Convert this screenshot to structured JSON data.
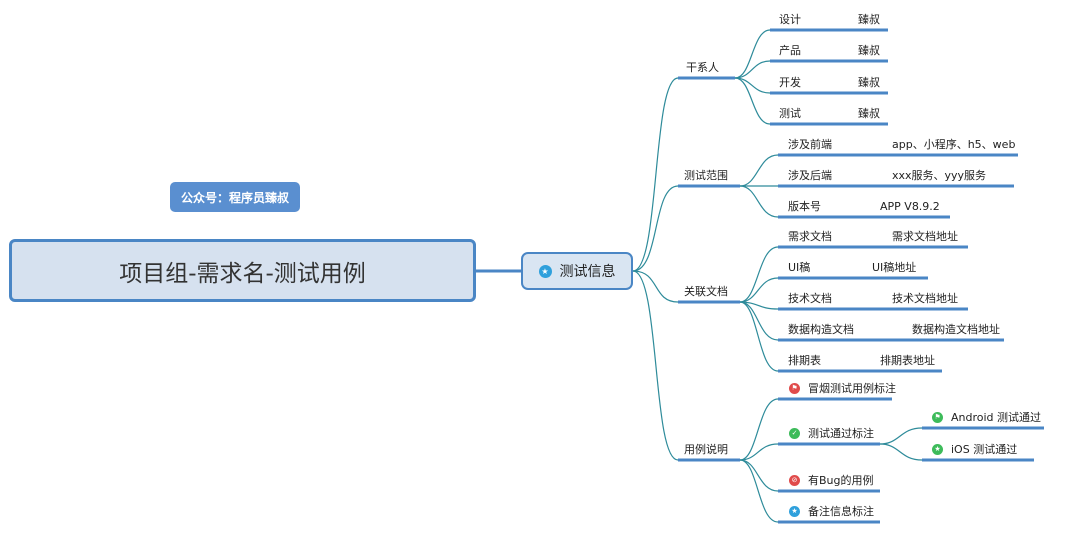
{
  "badge": "公众号：程序员臻叔",
  "root": "项目组-需求名-测试用例",
  "hub": {
    "label": "测试信息",
    "icon": "star-icon"
  },
  "branches": {
    "stakeholders": {
      "label": "干系人",
      "items": [
        {
          "role": "设计",
          "person": "臻叔"
        },
        {
          "role": "产品",
          "person": "臻叔"
        },
        {
          "role": "开发",
          "person": "臻叔"
        },
        {
          "role": "测试",
          "person": "臻叔"
        }
      ]
    },
    "scope": {
      "label": "测试范围",
      "items": [
        {
          "key": "涉及前端",
          "value": "app、小程序、h5、web"
        },
        {
          "key": "涉及后端",
          "value": "xxx服务、yyy服务"
        },
        {
          "key": "版本号",
          "value": "APP V8.9.2"
        }
      ]
    },
    "docs": {
      "label": "关联文档",
      "items": [
        {
          "key": "需求文档",
          "value": "需求文档地址"
        },
        {
          "key": "UI稿",
          "value": "UI稿地址"
        },
        {
          "key": "技术文档",
          "value": "技术文档地址"
        },
        {
          "key": "数据构造文档",
          "value": "数据构造文档地址"
        },
        {
          "key": "排期表",
          "value": "排期表地址"
        }
      ]
    },
    "usage": {
      "label": "用例说明",
      "items": [
        {
          "label": "冒烟测试用例标注",
          "icon": "red-flag-icon",
          "color": "#e04b4b"
        },
        {
          "label": "测试通过标注",
          "icon": "check-icon",
          "color": "#3dbb5a",
          "children": [
            {
              "label": "Android 测试通过",
              "icon": "green-flag-icon",
              "color": "#3dbb5a"
            },
            {
              "label": "iOS 测试通过",
              "icon": "green-star-icon",
              "color": "#3dbb5a"
            }
          ]
        },
        {
          "label": "有Bug的用例",
          "icon": "no-entry-icon",
          "color": "#e04b4b"
        },
        {
          "label": "备注信息标注",
          "icon": "blue-star-icon",
          "color": "#2fa0dc"
        }
      ]
    }
  }
}
